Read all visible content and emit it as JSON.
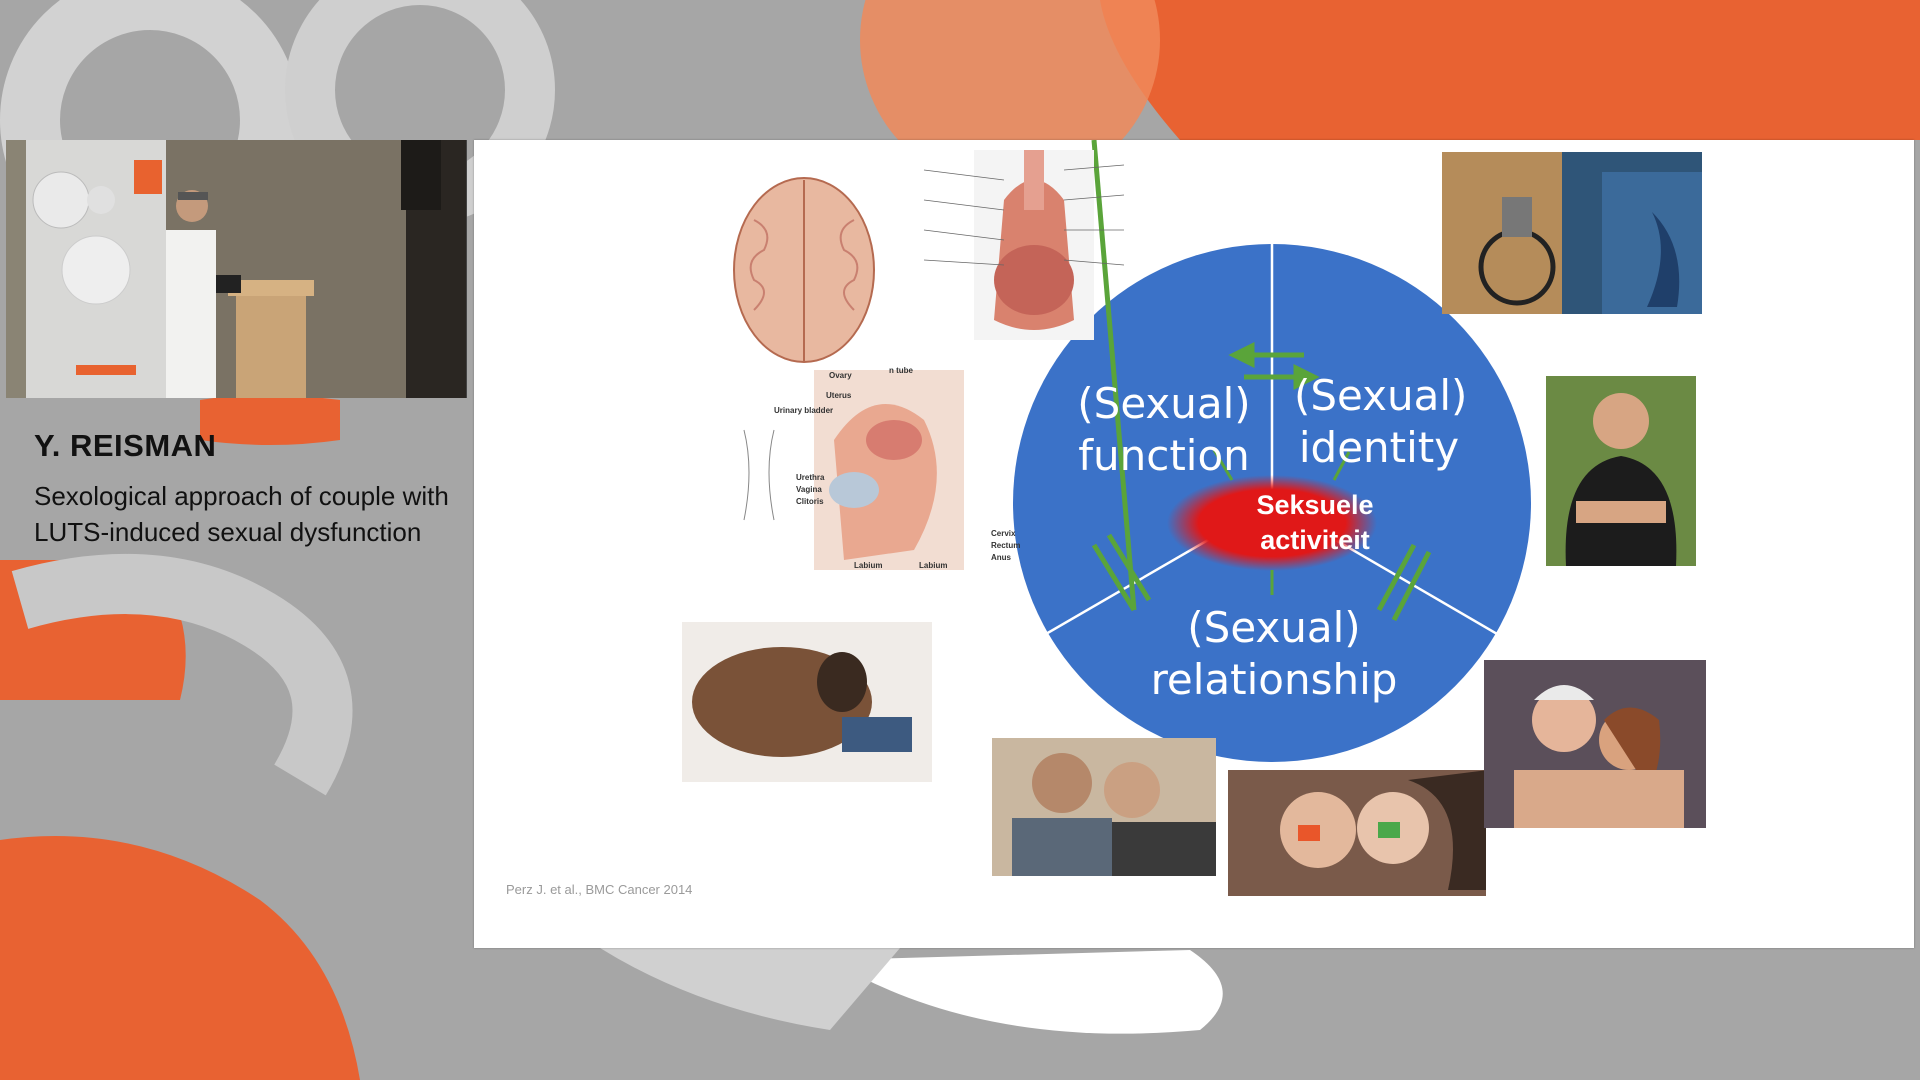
{
  "speaker": {
    "name": "Y. REISMAN",
    "talk_title": "Sexological approach of couple with LUTS-induced sexual dysfunction"
  },
  "slide": {
    "segments": {
      "function": "(Sexual) function",
      "identity": "(Sexual) identity",
      "relationship": "(Sexual) relationship"
    },
    "center_label": "Seksuele activiteit",
    "citation": "Perz J. et al., BMC Cancer 2014",
    "anatomy_labels": {
      "ovary": "Ovary",
      "tube": "n tube",
      "uterus": "Uterus",
      "bladder": "Urinary bladder",
      "urethra": "Urethra",
      "vagina": "Vagina",
      "clitoris": "Clitoris",
      "cervix": "Cervix",
      "rectum": "Rectum",
      "anus": "Anus",
      "labium_minora": "Labium",
      "labium_majora": "Labium"
    }
  },
  "colors": {
    "circle_blue": "#3b72c8",
    "center_red": "#e01818",
    "arrow_green": "#5aa43a",
    "accent_orange": "#e85f2e"
  }
}
